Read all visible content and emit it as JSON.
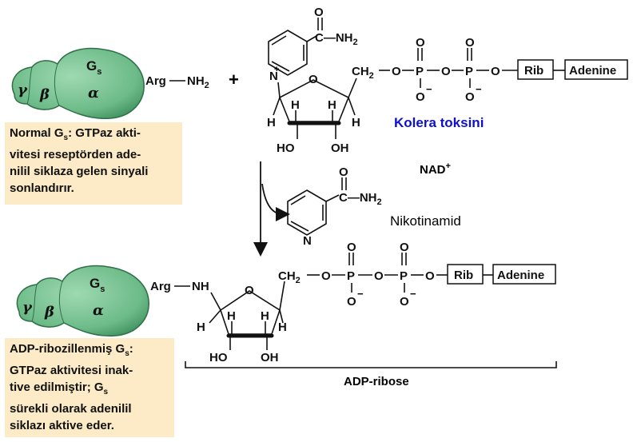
{
  "protein_top": {
    "subunit_alpha": "α",
    "subunit_beta": "β",
    "subunit_gamma": "γ",
    "gs_main": "G",
    "gs_sub": "s",
    "linker": "Arg",
    "amine": "NH",
    "amine_sub": "2"
  },
  "protein_bottom": {
    "subunit_alpha": "α",
    "subunit_beta": "β",
    "subunit_gamma": "γ",
    "gs_main": "G",
    "gs_sub": "s",
    "linker": "Arg",
    "amine": "NH"
  },
  "plus_sign": "+",
  "nad": {
    "carbonyl_o": "O",
    "amide": "C—NH",
    "amide_sub": "2",
    "ring_n": "N",
    "ring_charge": "+",
    "ch2": "CH",
    "ch2_sub": "2",
    "o": "O",
    "p": "P",
    "o_minus": "O",
    "minus": "−",
    "h": "H",
    "ho": "HO",
    "oh": "OH",
    "rib": "Rib",
    "adenine": "Adenine"
  },
  "toxin_label": "Kolera toksini",
  "nad_label": "NAD",
  "nad_label_sup": "+",
  "nicotinamide_label": "Nikotinamid",
  "nicotinamide": {
    "carbonyl_o": "O",
    "amide": "C—NH",
    "amide_sub": "2",
    "ring_n": "N"
  },
  "product": {
    "ch2": "CH",
    "ch2_sub": "2",
    "rib": "Rib",
    "adenine": "Adenine",
    "h": "H",
    "ho": "HO",
    "oh": "OH"
  },
  "adp_ribose_label": "ADP-ribose",
  "note_top": {
    "line1_a": "Normal G",
    "line1_sub": "s",
    "line1_b": ":  GTPaz akti-",
    "line2": "vitesi reseptörden ade-",
    "line3": "nilil siklaza gelen sinyali",
    "line4": "sonlandırır."
  },
  "note_bottom": {
    "line1_a": "ADP-ribozillenmiş G",
    "line1_sub": "s",
    "line1_b": ":",
    "line2": "GTPaz aktivitesi  inak-",
    "line3_a": "tive edilmiştir; G",
    "line3_sub": "s",
    "line4": "sürekli olarak adenilil",
    "line5": "siklazı aktive eder."
  },
  "colors": {
    "protein_fill": "#7fc79a",
    "protein_dark": "#4e9e6c",
    "note_bg": "#fcebc6",
    "toxin_text": "#1010cc"
  }
}
